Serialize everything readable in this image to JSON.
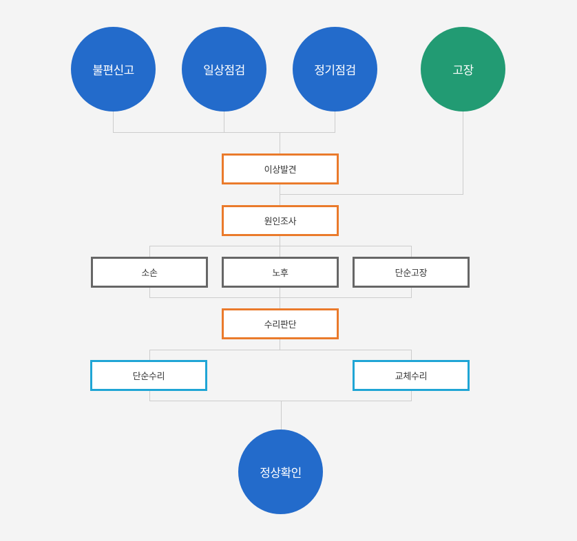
{
  "sources": {
    "complaint": "불편신고",
    "daily_check": "일상점검",
    "regular_check": "정기점검",
    "failure": "고장"
  },
  "steps": {
    "anomaly_found": "이상발견",
    "cause_investigation": "원인조사",
    "repair_decision": "수리판단",
    "normal_confirm": "정상확인"
  },
  "causes": {
    "damage": "소손",
    "aging": "노후",
    "simple_failure": "단순고장"
  },
  "repairs": {
    "simple_repair": "단순수리",
    "replacement_repair": "교체수리"
  },
  "colors": {
    "circle_blue": "#236bcb",
    "circle_green": "#229b73",
    "process_border": "#ea7a2b",
    "cause_border": "#666666",
    "repair_border": "#1fa5d5",
    "connector": "#cccccc",
    "background": "#f4f4f4"
  }
}
